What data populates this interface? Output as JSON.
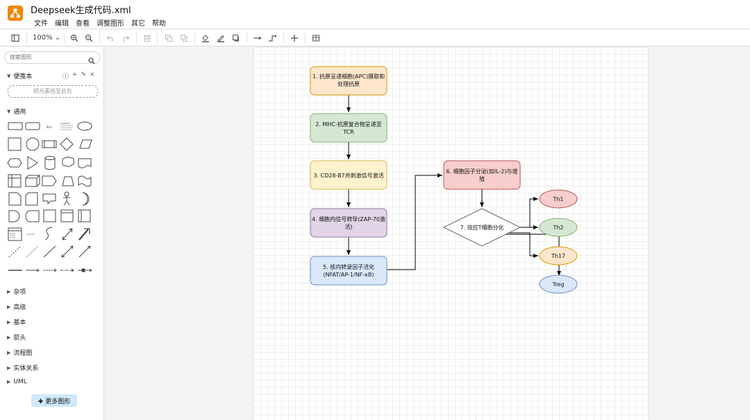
{
  "app": {
    "document_title": "Deepseek生成代码.xml",
    "logo_icon": "drawio-logo-icon",
    "accent_color": "#f08705"
  },
  "menu": [
    "文件",
    "编辑",
    "查看",
    "调整图形",
    "其它",
    "帮助"
  ],
  "toolbar": {
    "zoom_level": "100%"
  },
  "sidebar": {
    "search_placeholder": "搜索图形",
    "scratchpad_title": "便笺本",
    "scratchpad_drop_hint": "把元素拖至此处",
    "general_title": "通用",
    "collapsed_sections": [
      "杂项",
      "高级",
      "基本",
      "箭头",
      "流程图",
      "实体关系",
      "UML"
    ],
    "more_shapes_label": "✚ 更多图形"
  },
  "diagram": {
    "nodes": [
      {
        "id": "n1",
        "lines": [
          "1. 抗原呈递细胞(APC)摄取和",
          "处理抗原"
        ],
        "fill": "#ffe6cc",
        "stroke": "#d79b00"
      },
      {
        "id": "n2",
        "lines": [
          "2. MHC-抗原复合物呈递至",
          "TCR"
        ],
        "fill": "#d5e8d4",
        "stroke": "#82b366"
      },
      {
        "id": "n3",
        "lines": [
          "3. CD28-B7共刺激信号激活"
        ],
        "fill": "#fff2cc",
        "stroke": "#d6b656"
      },
      {
        "id": "n4",
        "lines": [
          "4. 细胞内信号转导(ZAP-70激",
          "活)"
        ],
        "fill": "#e1d5e7",
        "stroke": "#9673a6"
      },
      {
        "id": "n5",
        "lines": [
          "5. 核内转录因子活化",
          "(NFAT/AP-1/NF-κB)"
        ],
        "fill": "#dae8fc",
        "stroke": "#6c8ebf"
      },
      {
        "id": "n6",
        "lines": [
          "6. 细胞因子分泌(如IL-2)与增",
          "殖"
        ],
        "fill": "#f8cecc",
        "stroke": "#b85450"
      },
      {
        "id": "n7",
        "lines": [
          "7. 效应T细胞分化"
        ],
        "fill": "#ffffff",
        "stroke": "#666666"
      },
      {
        "id": "th1",
        "lines": [
          "Th1"
        ],
        "fill": "#f8cecc",
        "stroke": "#b85450"
      },
      {
        "id": "th2",
        "lines": [
          "Th2"
        ],
        "fill": "#d5e8d4",
        "stroke": "#82b366"
      },
      {
        "id": "th17",
        "lines": [
          "Th17"
        ],
        "fill": "#ffe6cc",
        "stroke": "#d79b00"
      },
      {
        "id": "treg",
        "lines": [
          "Treg"
        ],
        "fill": "#dae8fc",
        "stroke": "#6c8ebf"
      }
    ]
  }
}
